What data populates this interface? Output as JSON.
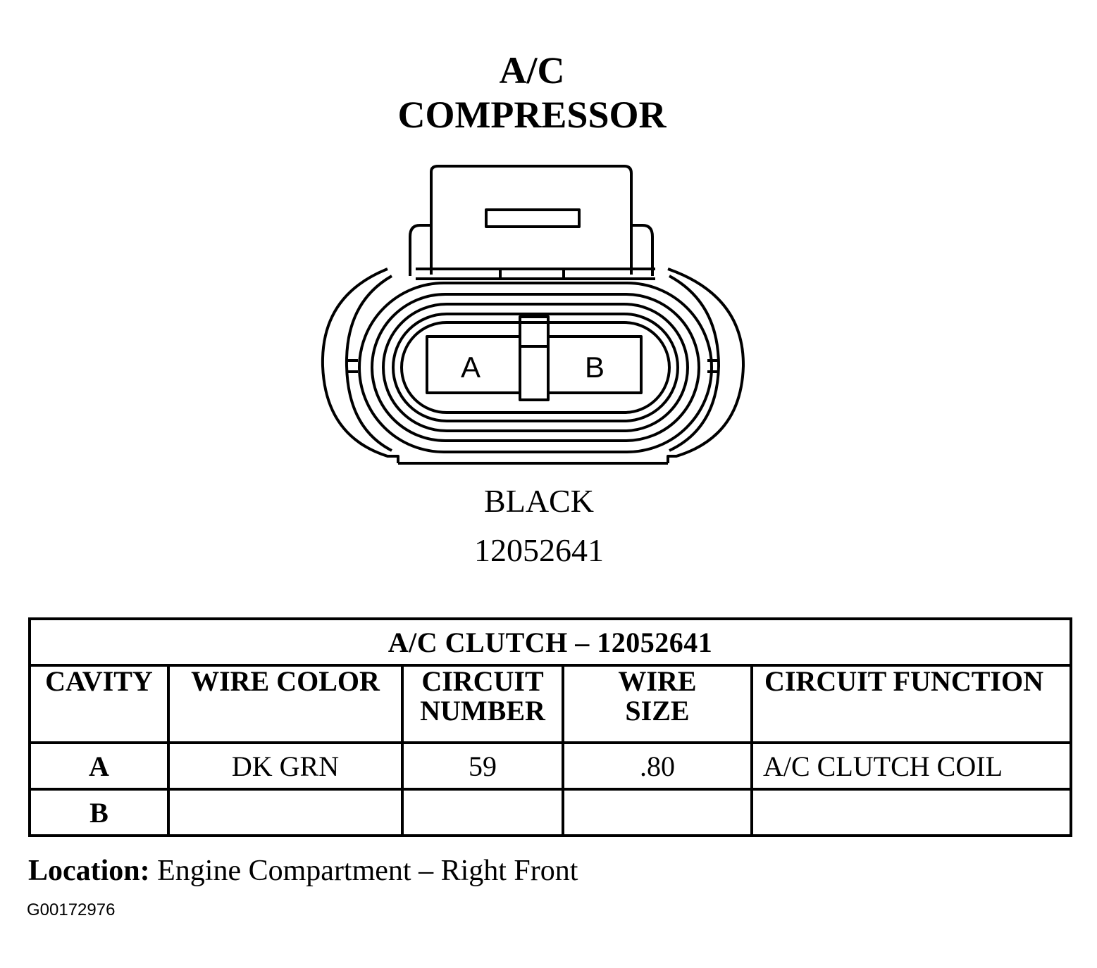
{
  "title": {
    "line1": "A/C",
    "line2": "COMPRESSOR"
  },
  "connector": {
    "cavity_a_label": "A",
    "cavity_b_label": "B",
    "color": "BLACK",
    "part_number": "12052641"
  },
  "table": {
    "caption": "A/C CLUTCH – 12052641",
    "headers": {
      "cavity": "CAVITY",
      "wire_color": "WIRE COLOR",
      "circuit_number_1": "CIRCUIT",
      "circuit_number_2": "NUMBER",
      "wire_size_1": "WIRE",
      "wire_size_2": "SIZE",
      "circuit_function": "CIRCUIT FUNCTION"
    },
    "rows": [
      {
        "cavity": "A",
        "wire_color": "DK GRN",
        "circuit_number": "59",
        "wire_size": ".80",
        "circuit_function": "A/C CLUTCH COIL"
      },
      {
        "cavity": "B",
        "wire_color": "",
        "circuit_number": "",
        "wire_size": "",
        "circuit_function": ""
      }
    ]
  },
  "location": {
    "label": "Location:",
    "value": "Engine Compartment – Right Front"
  },
  "figure_id": "G00172976"
}
